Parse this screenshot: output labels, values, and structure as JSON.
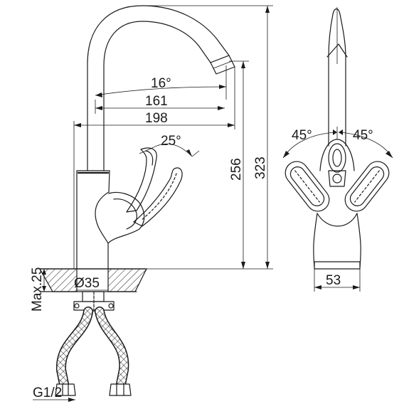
{
  "dimensions": {
    "spout_angle": "16°",
    "reach_inner": "161",
    "reach_outer": "198",
    "handle_angle": "25°",
    "spout_height": "256",
    "total_height": "323",
    "max_thickness": "Max.25",
    "hole_diameter": "Ø35",
    "thread": "G1/2",
    "left_rotation": "45°",
    "right_rotation": "45°",
    "base_width": "53"
  }
}
